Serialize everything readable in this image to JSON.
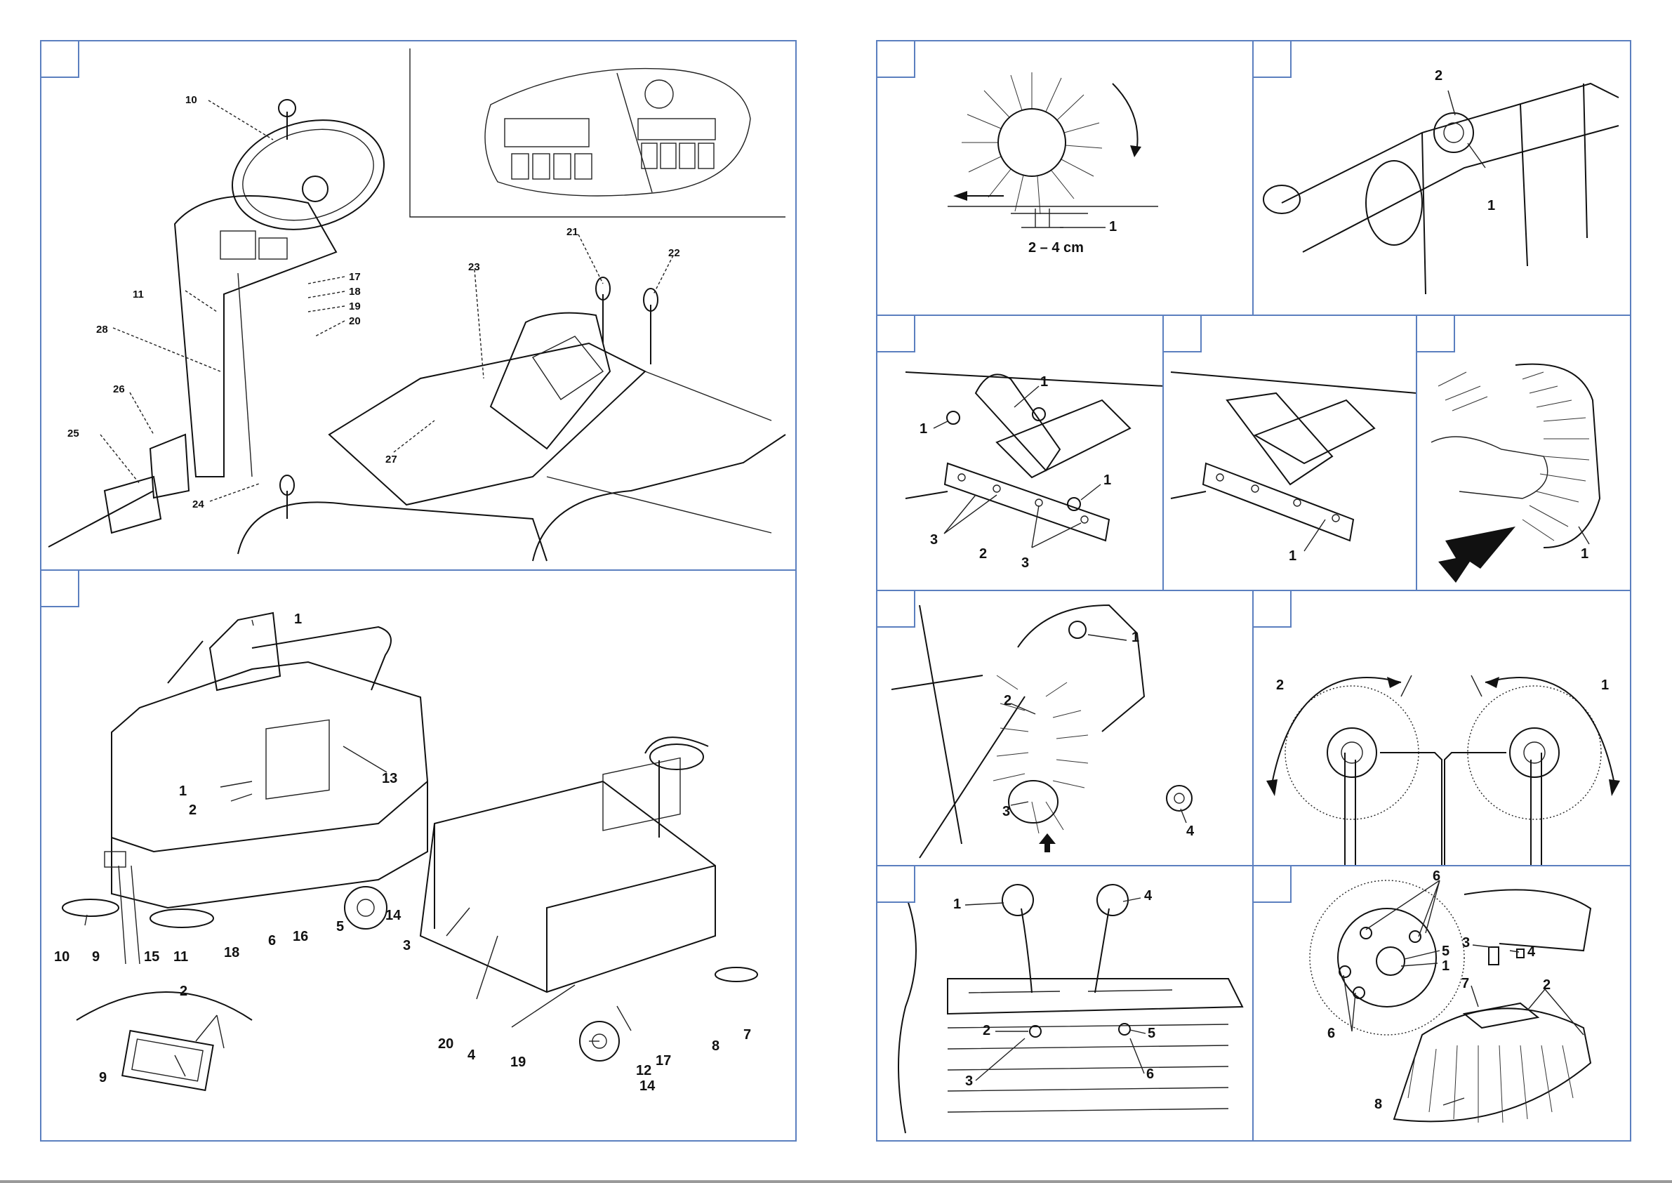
{
  "panel1": {
    "callouts": [
      "10",
      "11",
      "28",
      "26",
      "25",
      "24",
      "17",
      "18",
      "19",
      "20",
      "21",
      "22",
      "23",
      "27"
    ]
  },
  "panel2": {
    "callouts": [
      "1",
      "13",
      "1",
      "2",
      "10",
      "9",
      "15",
      "11",
      "18",
      "6",
      "16",
      "5",
      "14",
      "3",
      "20",
      "4",
      "19",
      "12",
      "17",
      "8",
      "7",
      "14"
    ],
    "inset_callouts": [
      "2",
      "9"
    ]
  },
  "panel3": {
    "callouts": [
      "1"
    ],
    "dimension": "2 – 4 cm"
  },
  "panel4": {
    "callouts": [
      "2",
      "1"
    ]
  },
  "panel5": {
    "callouts": [
      "1",
      "1",
      "1",
      "3",
      "2",
      "3"
    ]
  },
  "panel6": {
    "callouts": [
      "1"
    ]
  },
  "panel7": {
    "callouts": [
      "1"
    ]
  },
  "panel8": {
    "callouts": [
      "1",
      "2",
      "3",
      "4"
    ]
  },
  "panel9": {
    "callouts": [
      "2",
      "1"
    ]
  },
  "panel10": {
    "callouts": [
      "1",
      "4",
      "2",
      "5",
      "3",
      "6"
    ]
  },
  "panel11": {
    "callouts": [
      "6",
      "3",
      "4",
      "5",
      "1",
      "7",
      "2",
      "6",
      "8"
    ]
  }
}
